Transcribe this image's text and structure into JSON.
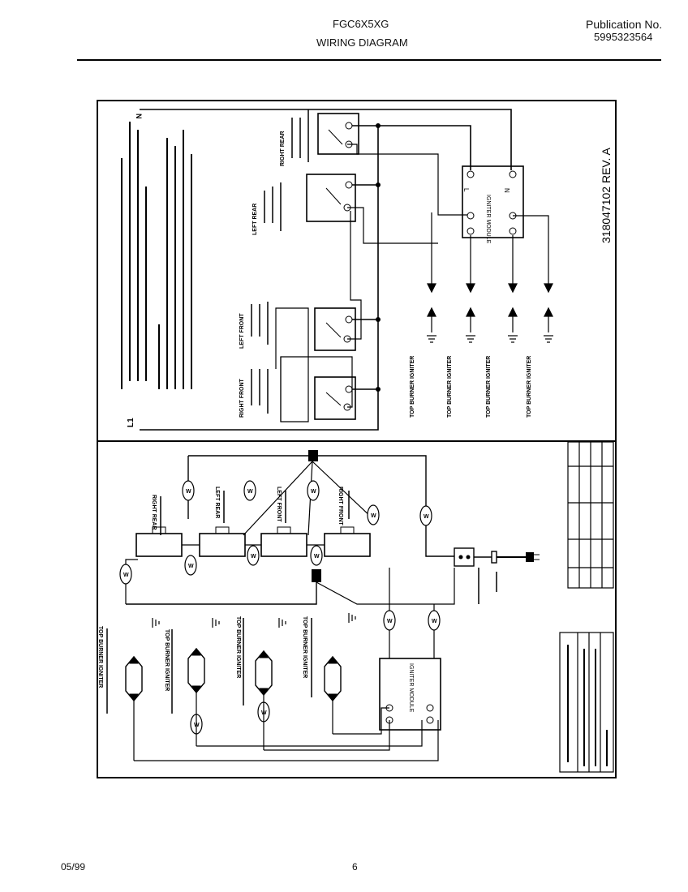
{
  "header": {
    "model": "FGC6X5XG",
    "title": "WIRING DIAGRAM",
    "publication_label": "Publication No.",
    "publication_number": "5995323564"
  },
  "footer": {
    "date": "05/99",
    "page": "6"
  },
  "diagram": {
    "part_number": "318047102 REV. A",
    "line_labels": {
      "l1": "L1",
      "n": "N"
    },
    "module_terminals": {
      "l": "L",
      "n": "N"
    },
    "top_switches": [
      "RIGHT FRONT",
      "LEFT FRONT",
      "LEFT REAR",
      "RIGHT REAR"
    ],
    "top_igniters": [
      "TOP BURNER IGNITER",
      "TOP BURNER IGNITER",
      "TOP BURNER IGNITER",
      "TOP BURNER IGNITER"
    ],
    "bottom_switches": [
      "RIGHT REAR",
      "LEFT REAR",
      "LEFT FRONT",
      "RIGHT FRONT"
    ],
    "bottom_igniters": [
      "TOP BURNER IGNITER",
      "TOP BURNER IGNITER",
      "TOP BURNER IGNITER",
      "TOP BURNER IGNITER"
    ],
    "wire_tags": [
      "W",
      "W",
      "W",
      "W",
      "W",
      "W",
      "W",
      "W",
      "W",
      "W",
      "W",
      "W",
      "W"
    ]
  }
}
